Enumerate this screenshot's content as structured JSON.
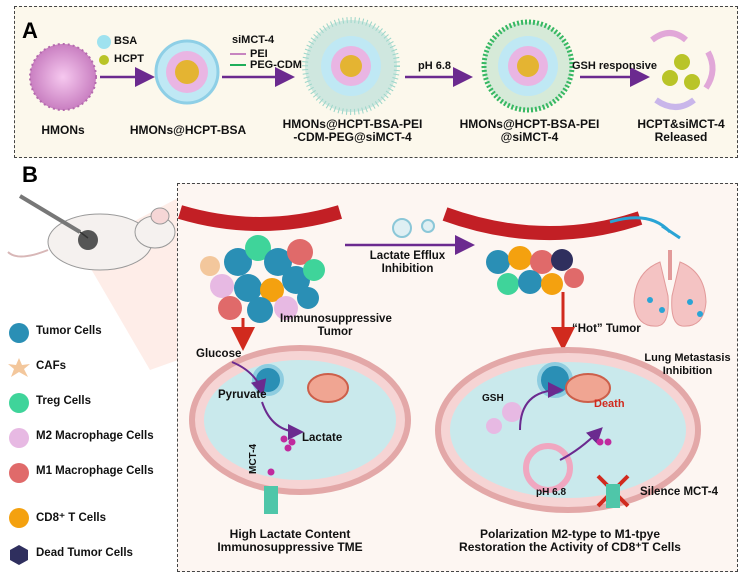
{
  "panel_a": {
    "letter": "A",
    "legend": {
      "bsa": "BSA",
      "hcpt": "HCPT"
    },
    "reagents": {
      "simct4": "siMCT-4",
      "pei": "PEI",
      "peg_cdm": "PEG-CDM"
    },
    "arrow_labels": {
      "ph": "pH 6.8",
      "gsh": "GSH responsive"
    },
    "stages": [
      {
        "line1": "HMONs",
        "line2": ""
      },
      {
        "line1": "HMONs@HCPT-BSA",
        "line2": ""
      },
      {
        "line1": "HMONs@HCPT-BSA-PEI",
        "line2": "-CDM-PEG@siMCT-4"
      },
      {
        "line1": "HMONs@HCPT-BSA-PEI",
        "line2": "@siMCT-4"
      },
      {
        "line1": "HCPT&siMCT-4",
        "line2": "Released"
      }
    ]
  },
  "panel_b": {
    "letter": "B",
    "legend": [
      {
        "label": "Tumor Cells",
        "color": "#2a8fb5"
      },
      {
        "label": "CAFs",
        "color": "#f3c79c"
      },
      {
        "label": "Treg Cells",
        "color": "#3fd49a"
      },
      {
        "label": "M2 Macrophage Cells",
        "color": "#e7b9e3"
      },
      {
        "label": "M1 Macrophage Cells",
        "color": "#e06a6a"
      },
      {
        "label": "CD8⁺ T Cells",
        "color": "#f4a10f"
      },
      {
        "label": "Dead Tumor Cells",
        "color": "#2f2f5e"
      }
    ],
    "labels": {
      "immunosuppressive_1": "Immunosuppressive",
      "immunosuppressive_2": "Tumor",
      "efflux_1": "Lactate Efflux",
      "efflux_2": "Inhibition",
      "hot_tumor": "“Hot” Tumor",
      "lung_1": "Lung Metastasis",
      "lung_2": "Inhibition",
      "glucose": "Glucose",
      "pyruvate": "Pyruvate",
      "lactate": "Lactate",
      "mct4": "MCT-4",
      "gsh": "GSH",
      "death": "Death",
      "ph": "pH 6.8",
      "silence": "Silence MCT-4",
      "bottom_left_1": "High Lactate Content",
      "bottom_left_2": "Immunosuppressive TME",
      "bottom_right_1": "Polarization M2-type to M1-tpye",
      "bottom_right_2": "Restoration the Activity of CD8⁺T Cells"
    }
  }
}
